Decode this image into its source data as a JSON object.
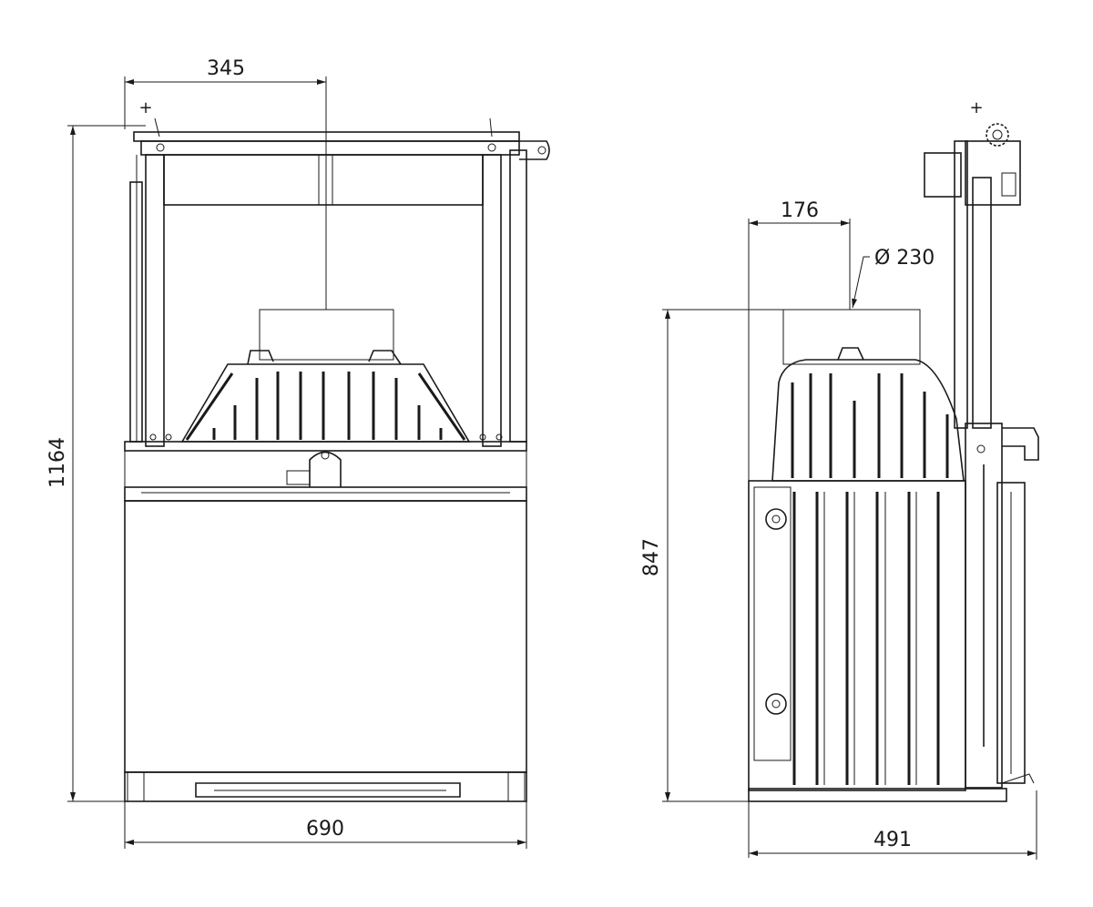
{
  "front_view": {
    "dim_half_width": "345",
    "dim_height": "1164",
    "dim_width": "690",
    "origin_marker": "+"
  },
  "side_view": {
    "dim_offset": "176",
    "dim_diameter": "Ø 230",
    "dim_height": "847",
    "dim_depth": "491",
    "origin_marker": "+"
  }
}
